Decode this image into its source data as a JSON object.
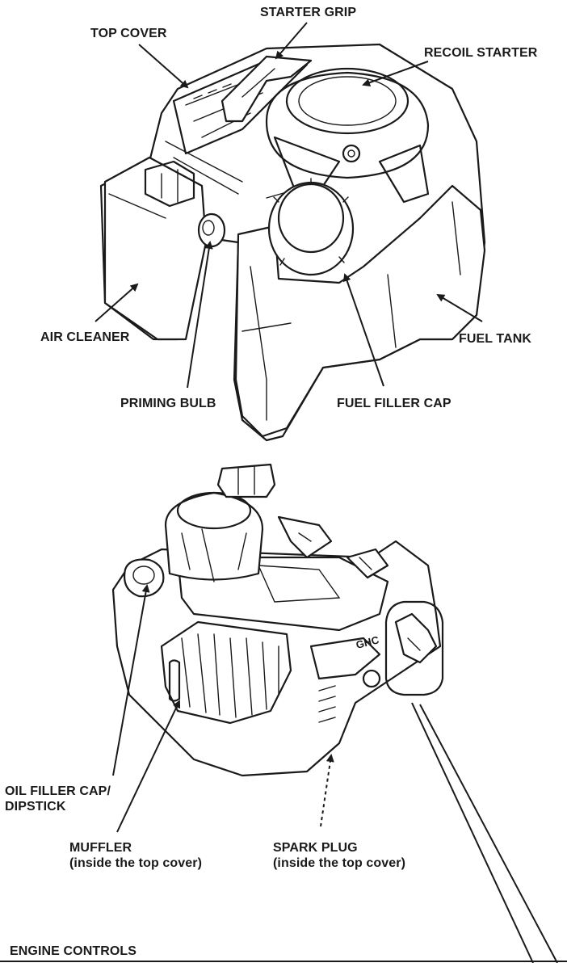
{
  "labels": {
    "top_cover": "TOP COVER",
    "starter_grip": "STARTER GRIP",
    "recoil_starter": "RECOIL STARTER",
    "air_cleaner": "AIR CLEANER",
    "fuel_tank": "FUEL TANK",
    "priming_bulb": "PRIMING BULB",
    "fuel_filler_cap": "FUEL FILLER CAP",
    "oil_filler_cap_line1": "OIL FILLER CAP/",
    "oil_filler_cap_line2": "DIPSTICK",
    "muffler": "MUFFLER",
    "muffler_note": "(inside the top cover)",
    "spark_plug": "SPARK PLUG",
    "spark_plug_note": "(inside the top cover)",
    "engine_controls": "ENGINE CONTROLS"
  },
  "decal_text": "GHC"
}
